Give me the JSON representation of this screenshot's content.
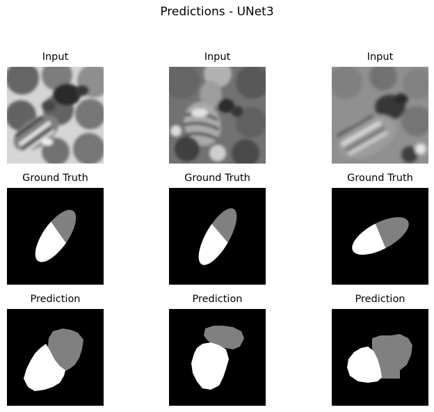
{
  "figure": {
    "title": "Predictions - UNet3"
  },
  "panels": [
    {
      "label": "Input"
    },
    {
      "label": "Input"
    },
    {
      "label": "Input"
    },
    {
      "label": "Ground Truth"
    },
    {
      "label": "Ground Truth"
    },
    {
      "label": "Ground Truth"
    },
    {
      "label": "Prediction"
    },
    {
      "label": "Prediction"
    },
    {
      "label": "Prediction"
    }
  ],
  "colors": {
    "background": "#000000",
    "class_1": "#808080",
    "class_2": "#ffffff"
  }
}
